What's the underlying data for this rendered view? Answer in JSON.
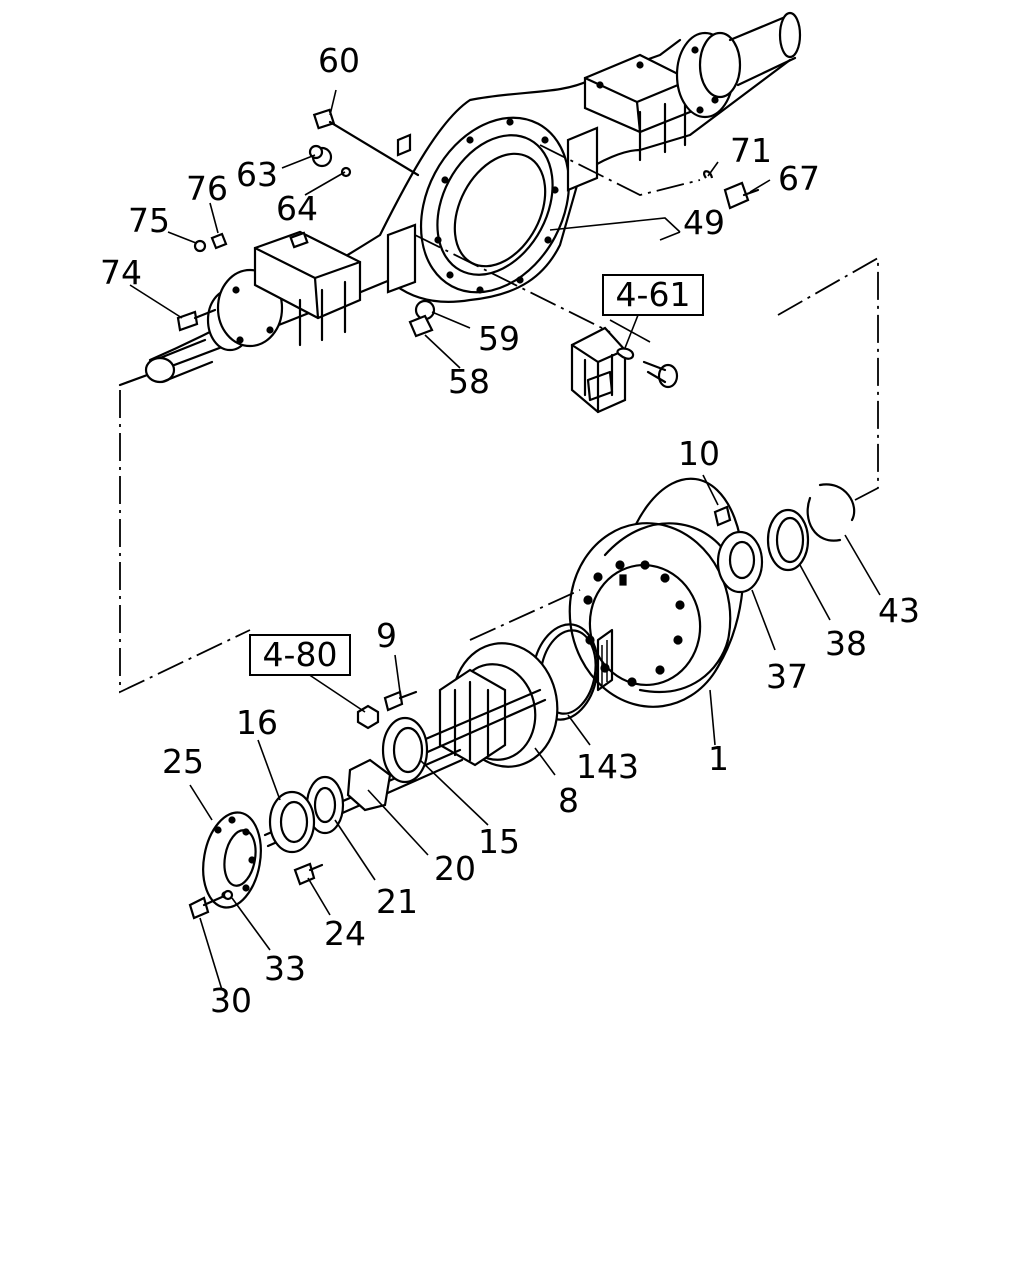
{
  "diagram": {
    "callouts": [
      "60",
      "63",
      "64",
      "76",
      "75",
      "74",
      "71",
      "67",
      "49",
      "59",
      "58",
      "10",
      "43",
      "38",
      "37",
      "9",
      "1",
      "143",
      "8",
      "15",
      "16",
      "25",
      "20",
      "21",
      "24",
      "33",
      "30"
    ],
    "reference_boxes": [
      "4-61",
      "4-80"
    ]
  }
}
